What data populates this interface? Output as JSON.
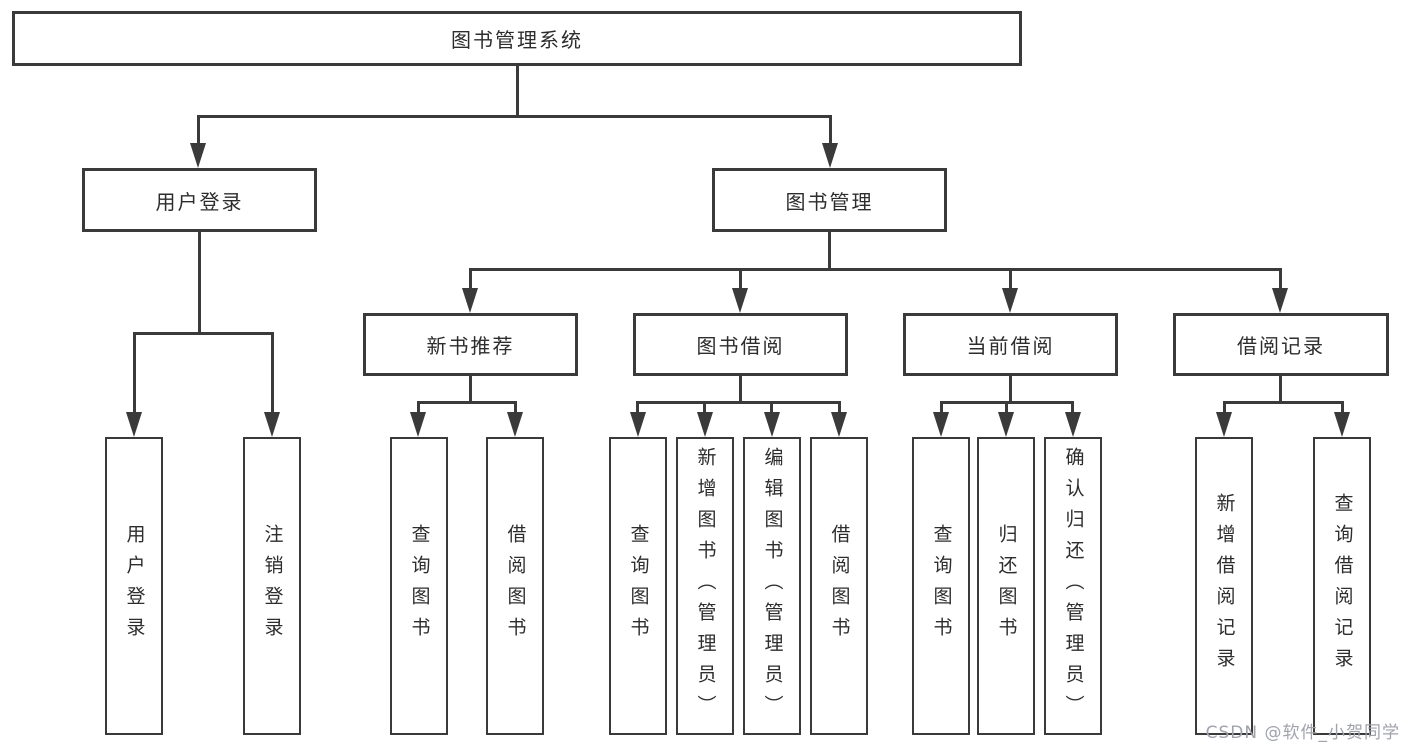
{
  "diagram_type": "functional-structure-tree",
  "tree": {
    "label": "图书管理系统",
    "children": [
      {
        "label": "用户登录",
        "children": [
          {
            "label": "用户登录"
          },
          {
            "label": "注销登录"
          }
        ]
      },
      {
        "label": "图书管理",
        "children": [
          {
            "label": "新书推荐",
            "children": [
              {
                "label": "查询图书"
              },
              {
                "label": "借阅图书"
              }
            ]
          },
          {
            "label": "图书借阅",
            "children": [
              {
                "label": "查询图书"
              },
              {
                "label": "新增图书（管理员）"
              },
              {
                "label": "编辑图书（管理员）"
              },
              {
                "label": "借阅图书"
              }
            ]
          },
          {
            "label": "当前借阅",
            "children": [
              {
                "label": "查询图书"
              },
              {
                "label": "归还图书"
              },
              {
                "label": "确认归还（管理员）"
              }
            ]
          },
          {
            "label": "借阅记录",
            "children": [
              {
                "label": "新增借阅记录"
              },
              {
                "label": "查询借阅记录"
              }
            ]
          }
        ]
      }
    ]
  },
  "watermark": {
    "text": "CSDN @软件_小贺同学"
  },
  "colors": {
    "line": "#3a3a3a",
    "text": "#2d2d2d",
    "watermark": "#a0a3ab",
    "background": "#ffffff"
  }
}
